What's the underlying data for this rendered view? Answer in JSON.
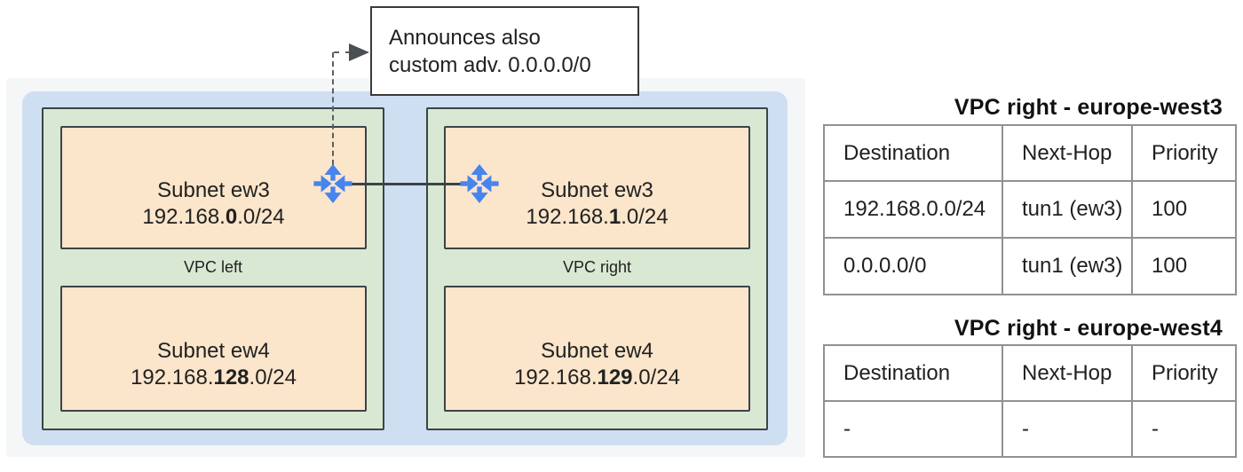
{
  "callout": {
    "line1": "Announces also",
    "line2": "custom adv. 0.0.0.0/0"
  },
  "diagram": {
    "vpc_left": {
      "label": "VPC left",
      "subnet_ew3": {
        "name": "Subnet ew3",
        "cidr_prefix": "192.168.",
        "cidr_bold": "0",
        "cidr_suffix": ".0/24"
      },
      "subnet_ew4": {
        "name": "Subnet ew4",
        "cidr_prefix": "192.168.",
        "cidr_bold": "128",
        "cidr_suffix": ".0/24"
      }
    },
    "vpc_right": {
      "label": "VPC right",
      "subnet_ew3": {
        "name": "Subnet ew3",
        "cidr_prefix": "192.168.",
        "cidr_bold": "1",
        "cidr_suffix": ".0/24"
      },
      "subnet_ew4": {
        "name": "Subnet ew4",
        "cidr_prefix": "192.168.",
        "cidr_bold": "129",
        "cidr_suffix": ".0/24"
      }
    },
    "icons": {
      "router_left": "cloud-router-icon",
      "router_right": "cloud-router-icon",
      "arrowhead": "arrow-right-icon"
    }
  },
  "tables": [
    {
      "title": "VPC right - europe-west3",
      "headers": [
        "Destination",
        "Next-Hop",
        "Priority"
      ],
      "rows": [
        [
          "192.168.0.0/24",
          "tun1 (ew3)",
          "100"
        ],
        [
          "0.0.0.0/0",
          "tun1 (ew3)",
          "100"
        ]
      ]
    },
    {
      "title": "VPC right - europe-west4",
      "headers": [
        "Destination",
        "Next-Hop",
        "Priority"
      ],
      "rows": [
        [
          "-",
          "-",
          "-"
        ]
      ]
    }
  ],
  "colors": {
    "panel_gray": "#f5f6f7",
    "vpc_container_blue": "#cfdff2",
    "vpc_green": "#d9e8d3",
    "subnet_orange": "#fbe5cb",
    "box_border": "#3c4348",
    "table_border": "#8f9194",
    "router_blue": "#4684ee",
    "text": "#1f1f1f"
  }
}
